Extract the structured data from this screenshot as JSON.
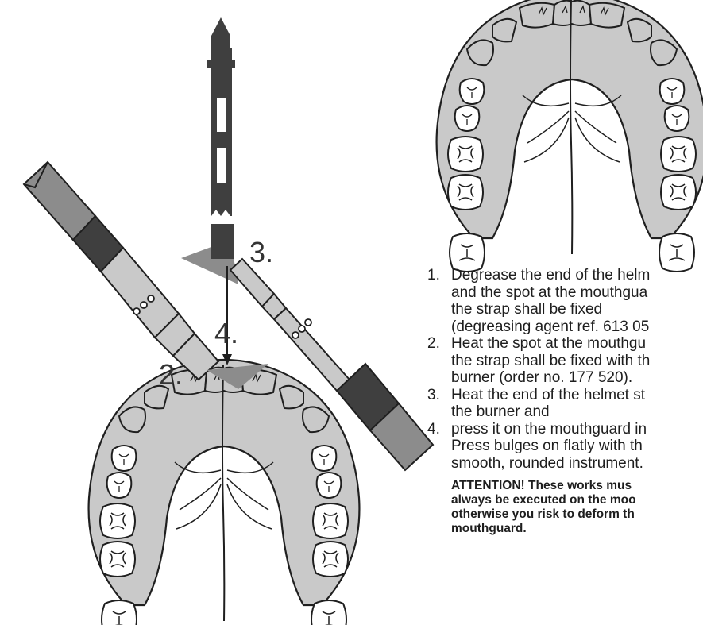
{
  "labels": {
    "step2": "2.",
    "step3": "3.",
    "step4": "4."
  },
  "instructions": {
    "items": [
      {
        "num": "1.",
        "lines": [
          "Degrease the end of the helm",
          "and the spot at the mouthgua",
          "the strap shall be fixed",
          "(degreasing agent ref. 613 05"
        ]
      },
      {
        "num": "2.",
        "lines": [
          "Heat the spot at the mouthgu",
          "the strap shall be fixed with th",
          "burner (order no. 177 520)."
        ]
      },
      {
        "num": "3.",
        "lines": [
          "Heat the end of the helmet st",
          "the burner and"
        ]
      },
      {
        "num": "4.",
        "lines": [
          "press it on the mouthguard in",
          "Press bulges on flatly with th",
          "smooth, rounded instrument."
        ]
      }
    ],
    "attention": [
      "ATTENTION! These works mus",
      "always be executed on the moo",
      "otherwise you risk to deform th",
      "mouthguard."
    ]
  },
  "colors": {
    "ink": "#1f1f1f",
    "gray_fill": "#c9c9c9",
    "dark_part": "#3f3f3f",
    "mid_gray": "#8c8c8c"
  }
}
